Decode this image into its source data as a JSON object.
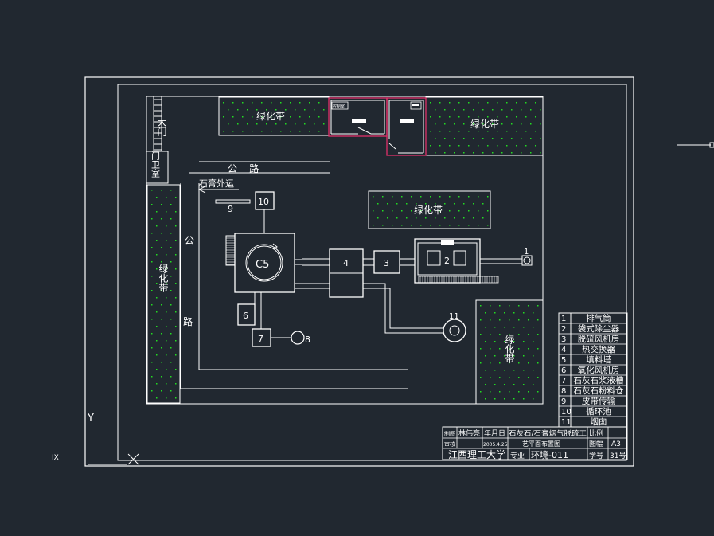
{
  "colors": {
    "background": "#212830",
    "line": "#ffffff",
    "greenbelt_dots": "#22dd22",
    "building_outline": "#e0306a"
  },
  "labels": {
    "gate": "大门",
    "guard_room": "门卫室",
    "road_top": "公    路",
    "road_left_1": "公",
    "road_left_2": "路",
    "gypsum_out": "石膏外运",
    "greenbelt": "绿化带",
    "greenbelt_left": "绿化带",
    "greenbelt_right": "绿化带",
    "c5": "C5",
    "n1": "1",
    "n2": "2",
    "n3": "3",
    "n4": "4",
    "n6": "6",
    "n7": "7",
    "n8": "8",
    "n9": "9",
    "n10": "10",
    "n11": "11",
    "bldg_small": "控制室",
    "axis_y": "Y",
    "side_mark": "IX"
  },
  "legend": [
    {
      "no": "1",
      "name": "排气筒"
    },
    {
      "no": "2",
      "name": "袋式除尘器"
    },
    {
      "no": "3",
      "name": "脱硫风机房"
    },
    {
      "no": "4",
      "name": "热交换器"
    },
    {
      "no": "5",
      "name": "填料塔"
    },
    {
      "no": "6",
      "name": "氧化风机房"
    },
    {
      "no": "7",
      "name": "石灰石浆液槽"
    },
    {
      "no": "8",
      "name": "石灰石粉料仓"
    },
    {
      "no": "9",
      "name": "皮带传输"
    },
    {
      "no": "10",
      "name": "循环池"
    },
    {
      "no": "11",
      "name": "烟囱"
    }
  ],
  "title_block": {
    "draw_label": "制图",
    "drawer": "林伟亮",
    "date_label": "年月日",
    "title_line1": "石灰石/石膏烟气脱硫工",
    "title_line2": "艺平面布置图",
    "scale_label": "比例",
    "review_label": "审核",
    "date": "2005.4.25",
    "sheet_label": "图幅",
    "sheet": "A3",
    "school": "江西理工大学",
    "major_label": "专业",
    "major": "环境-011",
    "id_label": "学号",
    "id": "31号"
  }
}
